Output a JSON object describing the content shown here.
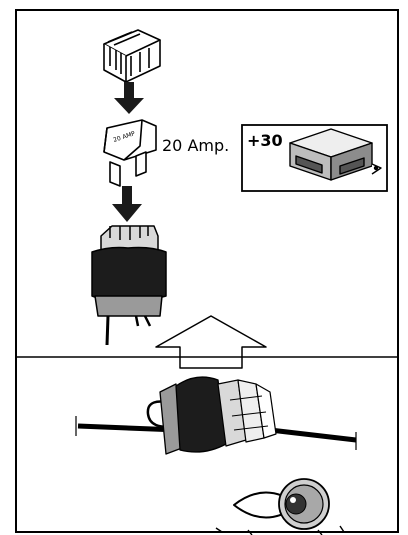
{
  "fuse": {
    "rating_label": "20 Amp.",
    "fuse_print": "20 AMP"
  },
  "module": {
    "terminal_label": "+30"
  },
  "colors": {
    "line": "#000000",
    "sleeve": "#1c1c1c",
    "grey": "#9a9a9a",
    "light_grey": "#d9d9d9",
    "background": "#ffffff"
  },
  "icons": [
    "fuse-cap-icon",
    "down-arrow-icon",
    "blade-fuse-icon",
    "fuse-holder-icon",
    "relay-module-icon",
    "up-arrow-icon",
    "inspect-eye-icon"
  ]
}
